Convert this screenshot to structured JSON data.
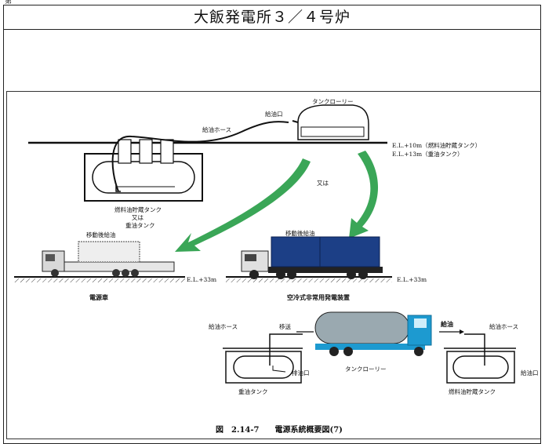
{
  "header": {
    "page_ref": "第　　　　　　",
    "title": "大飯発電所３／４号炉"
  },
  "labels": {
    "tank_lorry_top": "タンクローリー",
    "fuel_port": "給油口",
    "fuel_hose_top": "給油ホース",
    "el_top_1": "E.L.+10m（燃料油貯蔵タンク）",
    "el_top_2": "E.L.+13m（重油タンク）",
    "or": "又は",
    "tank_name_1": "燃料油貯蔵タンク",
    "tank_name_or": "又は",
    "tank_name_2": "重油タンク",
    "move_fuel_left": "移動後給油",
    "move_fuel_right": "移動後給油",
    "el_left": "E.L.+33m",
    "el_right": "E.L.+33m",
    "power_truck": "電源車",
    "air_cooled_gen": "空冷式非常用発電装置",
    "fuel_hose_bl": "給油ホース",
    "transfer": "移送",
    "refuel": "給油",
    "fuel_hose_br": "給油ホース",
    "drain_port": "排油口",
    "tank_lorry_bottom": "タンクローリー",
    "fuel_port_br": "給油口",
    "heavy_oil_tank": "重油タンク",
    "fuel_storage_tank": "燃料油貯蔵タンク"
  },
  "caption": "図　2.14-7　　電源系統概要図(7)",
  "colors": {
    "arrow": "#3aa657",
    "container": "#1c3f86",
    "lorry_cab": "#1d9ad0",
    "lorry_tank": "#9aa9b0"
  }
}
